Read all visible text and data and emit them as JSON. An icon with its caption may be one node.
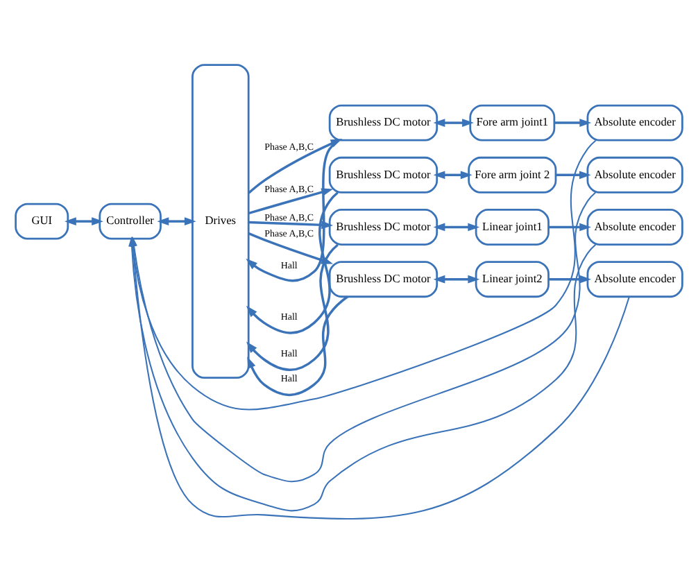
{
  "diagram": {
    "nodes": [
      {
        "text": [
          "GUI"
        ]
      },
      {
        "text": [
          "Controller"
        ]
      },
      {
        "text": [
          "Drives"
        ]
      },
      {
        "text": [
          "Brushless DC motor"
        ]
      },
      {
        "text": [
          "Fore arm joint1"
        ]
      },
      {
        "text": [
          "Absolute encoder"
        ]
      },
      {
        "text": [
          "Brushless DC motor"
        ]
      },
      {
        "text": [
          "Fore arm joint 2"
        ]
      },
      {
        "text": [
          "Absolute encoder"
        ]
      },
      {
        "text": [
          "Brushless DC motor"
        ]
      },
      {
        "text": [
          "Linear joint1"
        ]
      },
      {
        "text": [
          "Absolute encoder"
        ]
      },
      {
        "text": [
          "Brushless DC motor"
        ]
      },
      {
        "text": [
          "Linear joint2"
        ]
      },
      {
        "text": [
          "Absolute encoder"
        ]
      }
    ],
    "edges": [
      {
        "from": 0,
        "to": 1,
        "arrow": "both"
      },
      {
        "from": 1,
        "to": 2,
        "arrow": "both"
      },
      {
        "from": 2,
        "to": 3,
        "arrow": "to",
        "label": "Phase A,B,C"
      },
      {
        "from": 3,
        "to": 2,
        "arrow": "to",
        "label": "Hall"
      },
      {
        "from": 3,
        "to": 4,
        "arrow": "both"
      },
      {
        "from": 4,
        "to": 5,
        "arrow": "to"
      },
      {
        "from": 5,
        "to": 1,
        "arrow": "to"
      },
      {
        "from": 2,
        "to": 6,
        "arrow": "to",
        "label": "Phase A,B,C"
      },
      {
        "from": 6,
        "to": 2,
        "arrow": "to",
        "label": "Hall"
      },
      {
        "from": 6,
        "to": 7,
        "arrow": "both"
      },
      {
        "from": 7,
        "to": 8,
        "arrow": "to"
      },
      {
        "from": 8,
        "to": 1,
        "arrow": "to"
      },
      {
        "from": 2,
        "to": 9,
        "arrow": "to",
        "label": "Phase A,B,C"
      },
      {
        "from": 9,
        "to": 2,
        "arrow": "to",
        "label": "Hall"
      },
      {
        "from": 9,
        "to": 10,
        "arrow": "both"
      },
      {
        "from": 10,
        "to": 11,
        "arrow": "to"
      },
      {
        "from": 11,
        "to": 1,
        "arrow": "to"
      },
      {
        "from": 2,
        "to": 12,
        "arrow": "to",
        "label": "Phase A,B,C"
      },
      {
        "from": 12,
        "to": 2,
        "arrow": "to",
        "label": "Hall"
      },
      {
        "from": 12,
        "to": 13,
        "arrow": "both"
      },
      {
        "from": 13,
        "to": 14,
        "arrow": "to"
      },
      {
        "from": 14,
        "to": 1,
        "arrow": "to"
      }
    ]
  }
}
